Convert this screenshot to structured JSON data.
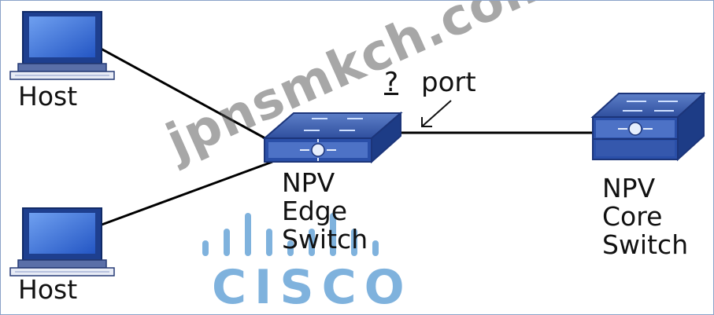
{
  "labels": {
    "host_top": "Host",
    "host_bottom": "Host",
    "edge_switch": [
      "NPV",
      "Edge",
      "Switch"
    ],
    "core_switch": [
      "NPV",
      "Core",
      "Switch"
    ],
    "question": "?",
    "port": "port"
  },
  "watermark": {
    "site_text": "jpnsmkch.com",
    "brand": "CISCO"
  },
  "colors": {
    "device_blue": "#2a4fa8",
    "screen_blue": "#3a6fd8",
    "link_line": "#000000",
    "cisco_blue": "#7fb2dd"
  },
  "icons": {
    "host": "desktop-computer-icon",
    "edge_switch": "network-switch-icon",
    "core_switch": "core-switch-icon",
    "brand": "cisco-logo"
  }
}
